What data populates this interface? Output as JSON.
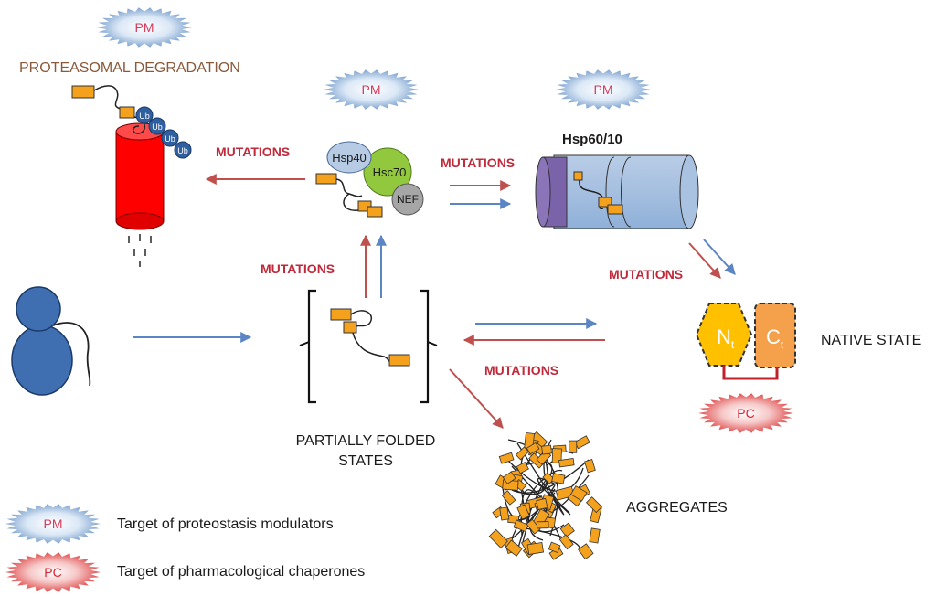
{
  "labels": {
    "proteasomal_degradation": "PROTEASOMAL DEGRADATION",
    "hsp60": "Hsp60/10",
    "partially_folded": "PARTIALLY FOLDED\nSTATES",
    "native_state": "NATIVE STATE",
    "aggregates": "AGGREGATES",
    "mutations": "MUTATIONS"
  },
  "badges": {
    "pm": "PM",
    "pc": "PC"
  },
  "chaperones": {
    "hsp40": "Hsp40",
    "hsc70": "Hsc70",
    "nef": "NEF"
  },
  "ubiquitin": "Ub",
  "domains": {
    "n": "N",
    "c": "C",
    "sub": "t"
  },
  "legend": {
    "pm_text": "Target of proteostasis modulators",
    "pc_text": "Target of pharmacological chaperones"
  },
  "colors": {
    "blue_arrow": "#5b86c5",
    "red_arrow": "#c0504d",
    "mutation_text": "#c0293a",
    "orange": "#f4a11d",
    "proteasome": "#ff0000",
    "hsc70": "#92c83e",
    "ubiquitin": "#2f5f9e"
  }
}
